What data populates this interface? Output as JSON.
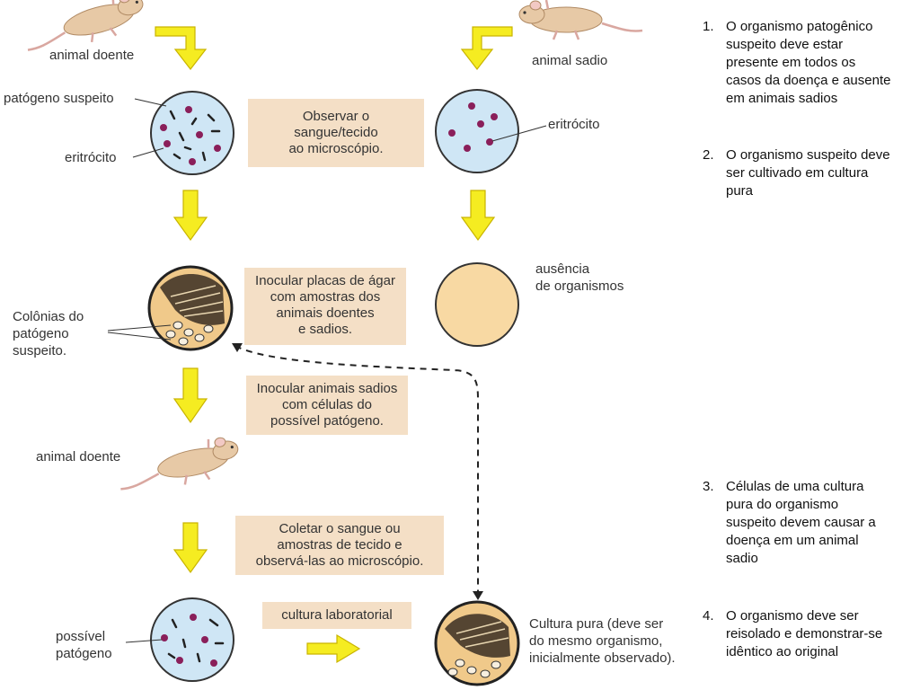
{
  "left": {
    "sick_animal_label": "animal doente",
    "suspect_pathogen_label": "patógeno suspeito",
    "erythrocyte_label": "eritrócito",
    "colonies_label": [
      "Colônias do",
      "patógeno",
      "suspeito."
    ],
    "sick_animal_label_2": "animal doente",
    "possible_pathogen_label": [
      "possível",
      "patógeno"
    ]
  },
  "right": {
    "healthy_animal_label": "animal sadio",
    "erythrocyte_label": "eritrócito",
    "no_organisms_label": [
      "ausência",
      "de organismos"
    ],
    "pure_culture_label": [
      "Cultura pura (deve ser",
      "do mesmo organismo,",
      "inicialmente observado)."
    ]
  },
  "boxes": {
    "observe": [
      "Observar o",
      "sangue/tecido",
      "ao microscópio."
    ],
    "inoculate_plates": [
      "Inocular placas de ágar",
      "com amostras dos",
      "animais doentes",
      "e sadios."
    ],
    "inoculate_animals": [
      "Inocular animais sadios",
      "com células do",
      "possível patógeno."
    ],
    "collect": [
      "Coletar o sangue ou",
      "amostras  de tecido e",
      "observá-las ao microscópio."
    ],
    "lab_culture": "cultura laboratorial"
  },
  "postulates": [
    {
      "num": "1.",
      "text": "O organismo patogênico suspeito deve estar presente em todos os casos da doença e ausente em animais sadios"
    },
    {
      "num": "2.",
      "text": "O organismo suspeito deve ser cultivado em cultura pura"
    },
    {
      "num": "3.",
      "text": "Células de uma cultura pura do organismo suspeito devem causar a doença em um animal sadio"
    },
    {
      "num": "4.",
      "text": "O organismo deve ser reisolado e demonstrar-se idêntico ao original"
    }
  ],
  "colors": {
    "arrow_yellow": "#f5ec21",
    "box_bg": "#f4dfc6",
    "blood_circle": "#cfe6f5",
    "agar_plate": "#f8d9a3",
    "erythrocyte": "#8a1f5a"
  }
}
